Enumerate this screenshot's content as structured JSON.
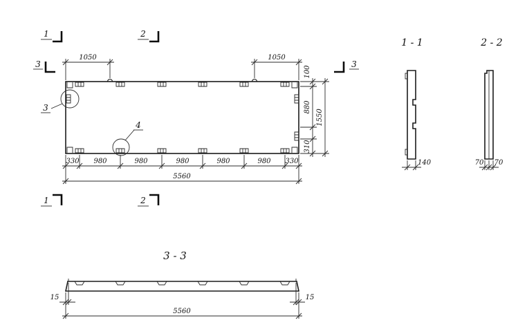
{
  "plan": {
    "marker1": "1",
    "marker2": "2",
    "marker3": "3",
    "callout3": "3",
    "callout4": "4",
    "dim_top_left": "1050",
    "dim_top_right": "1050",
    "dim_right": [
      "100",
      "880",
      "310"
    ],
    "dim_right_total": "1550",
    "dim_bottom": [
      "330",
      "980",
      "980",
      "980",
      "980",
      "980",
      "330"
    ],
    "dim_bottom_total": "5560"
  },
  "section11": {
    "title": "1 - 1",
    "dim_width": "140"
  },
  "section22": {
    "title": "2 - 2",
    "dim_left": "70",
    "dim_right": "70"
  },
  "section33": {
    "title": "3 - 3",
    "dim_left": "15",
    "dim_right": "15",
    "dim_total": "5560"
  }
}
